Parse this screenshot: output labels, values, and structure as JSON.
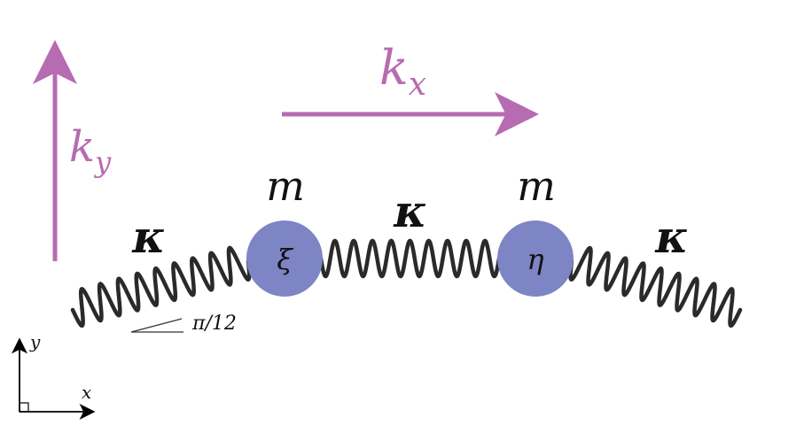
{
  "labels": {
    "kx": "k",
    "kx_sub": "x",
    "ky": "k",
    "ky_sub": "y",
    "mass_left": "m",
    "mass_right": "m",
    "spring_left": "κ",
    "spring_middle": "κ",
    "spring_right": "κ",
    "mass_left_symbol": "ξ",
    "mass_right_symbol": "η",
    "angle": "π/12",
    "axis_x": "x",
    "axis_y": "y"
  },
  "colors": {
    "wave_arrow": "#b76bb0",
    "mass_fill": "#7d85c4",
    "spring": "#2a2a2a",
    "text": "#111111"
  }
}
